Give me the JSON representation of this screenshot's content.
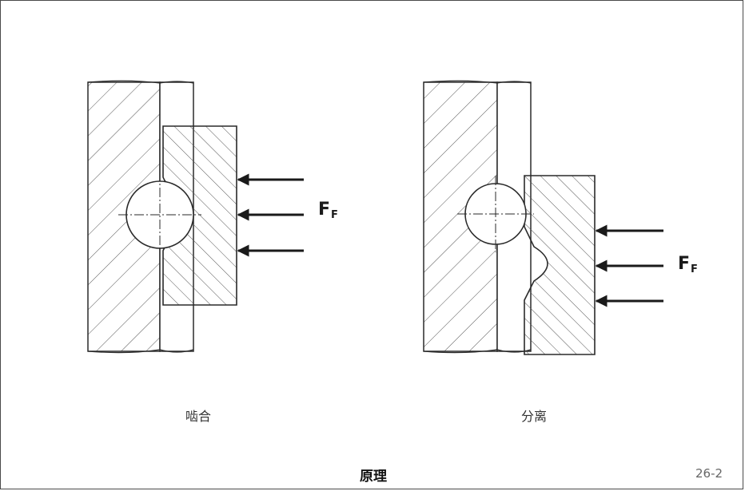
{
  "force_label": {
    "main": "F",
    "sub": "F"
  },
  "captions": {
    "engaged": "啮合",
    "separated": "分离"
  },
  "title": "原理",
  "figure_number": "26-2",
  "colors": {
    "line": "#2a2a2a",
    "hatch": "#555555",
    "frame": "#4a4a4a"
  }
}
